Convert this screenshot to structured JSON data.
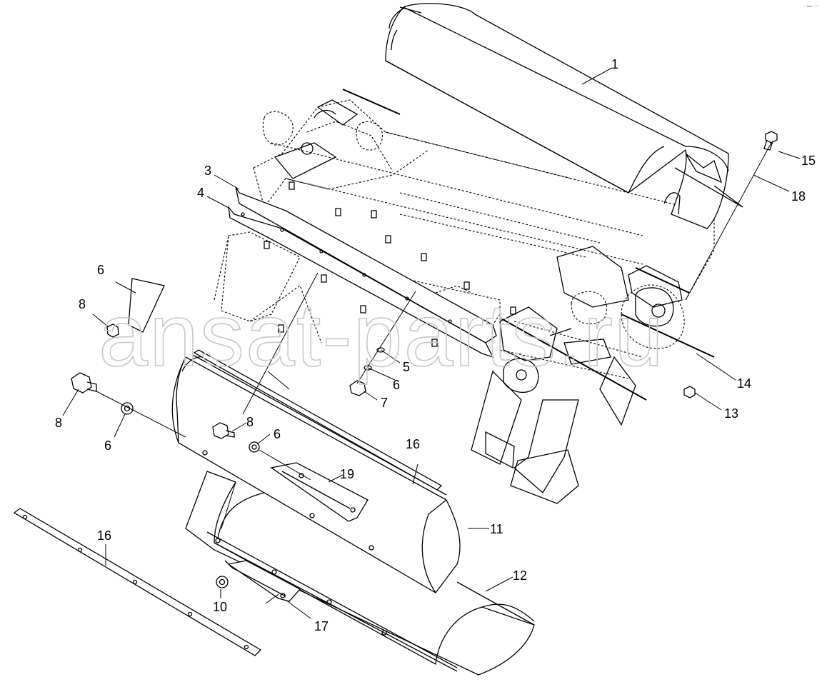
{
  "diagram": {
    "watermark": "ansat-parts.ru",
    "callouts": [
      {
        "id": "c1",
        "label": "1"
      },
      {
        "id": "c3",
        "label": "3"
      },
      {
        "id": "c4",
        "label": "4"
      },
      {
        "id": "c5",
        "label": "5"
      },
      {
        "id": "c6a",
        "label": "6"
      },
      {
        "id": "c6b",
        "label": "6"
      },
      {
        "id": "c6c",
        "label": "6"
      },
      {
        "id": "c6d",
        "label": "6"
      },
      {
        "id": "c7",
        "label": "7"
      },
      {
        "id": "c8a",
        "label": "8"
      },
      {
        "id": "c8b",
        "label": "8"
      },
      {
        "id": "c8c",
        "label": "8"
      },
      {
        "id": "c10",
        "label": "10"
      },
      {
        "id": "c11",
        "label": "11"
      },
      {
        "id": "c12",
        "label": "12"
      },
      {
        "id": "c13",
        "label": "13"
      },
      {
        "id": "c14",
        "label": "14"
      },
      {
        "id": "c15",
        "label": "15"
      },
      {
        "id": "c16a",
        "label": "16"
      },
      {
        "id": "c16b",
        "label": "16"
      },
      {
        "id": "c17",
        "label": "17"
      },
      {
        "id": "c18",
        "label": "18"
      },
      {
        "id": "c19",
        "label": "19"
      }
    ]
  }
}
